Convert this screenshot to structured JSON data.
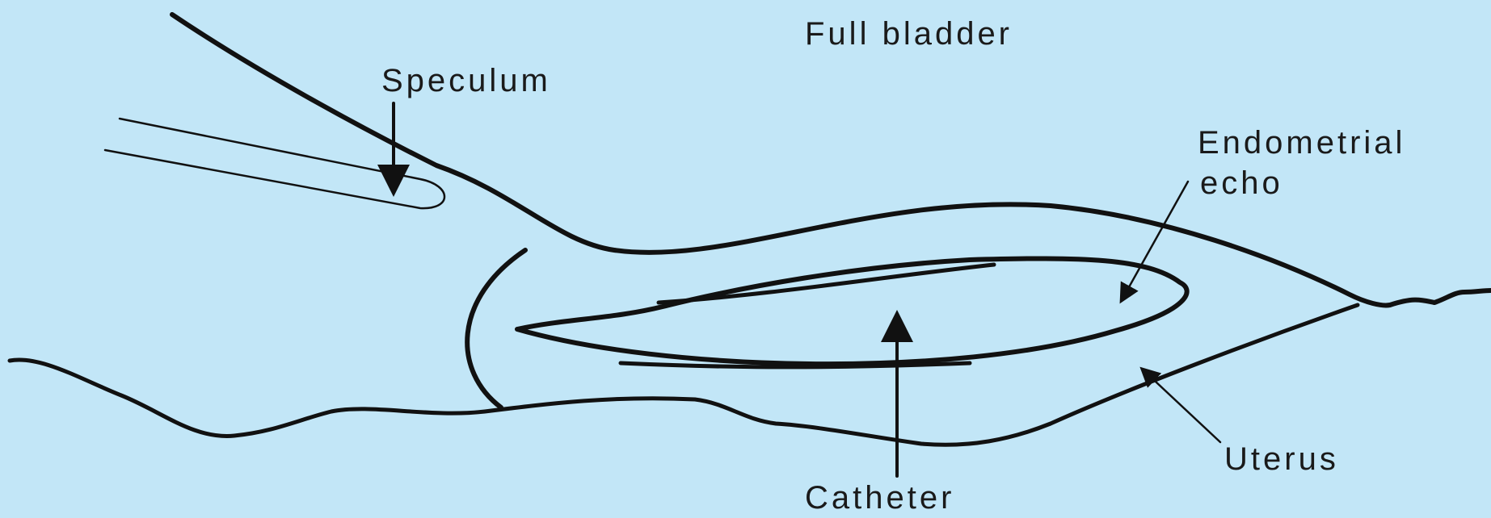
{
  "colors": {
    "background": "#c2e6f7",
    "stroke": "#111111"
  },
  "labels": {
    "full_bladder": "Full bladder",
    "speculum": "Speculum",
    "endometrial_line1": "Endometrial",
    "endometrial_line2": "echo",
    "uterus": "Uterus",
    "catheter": "Catheter"
  }
}
